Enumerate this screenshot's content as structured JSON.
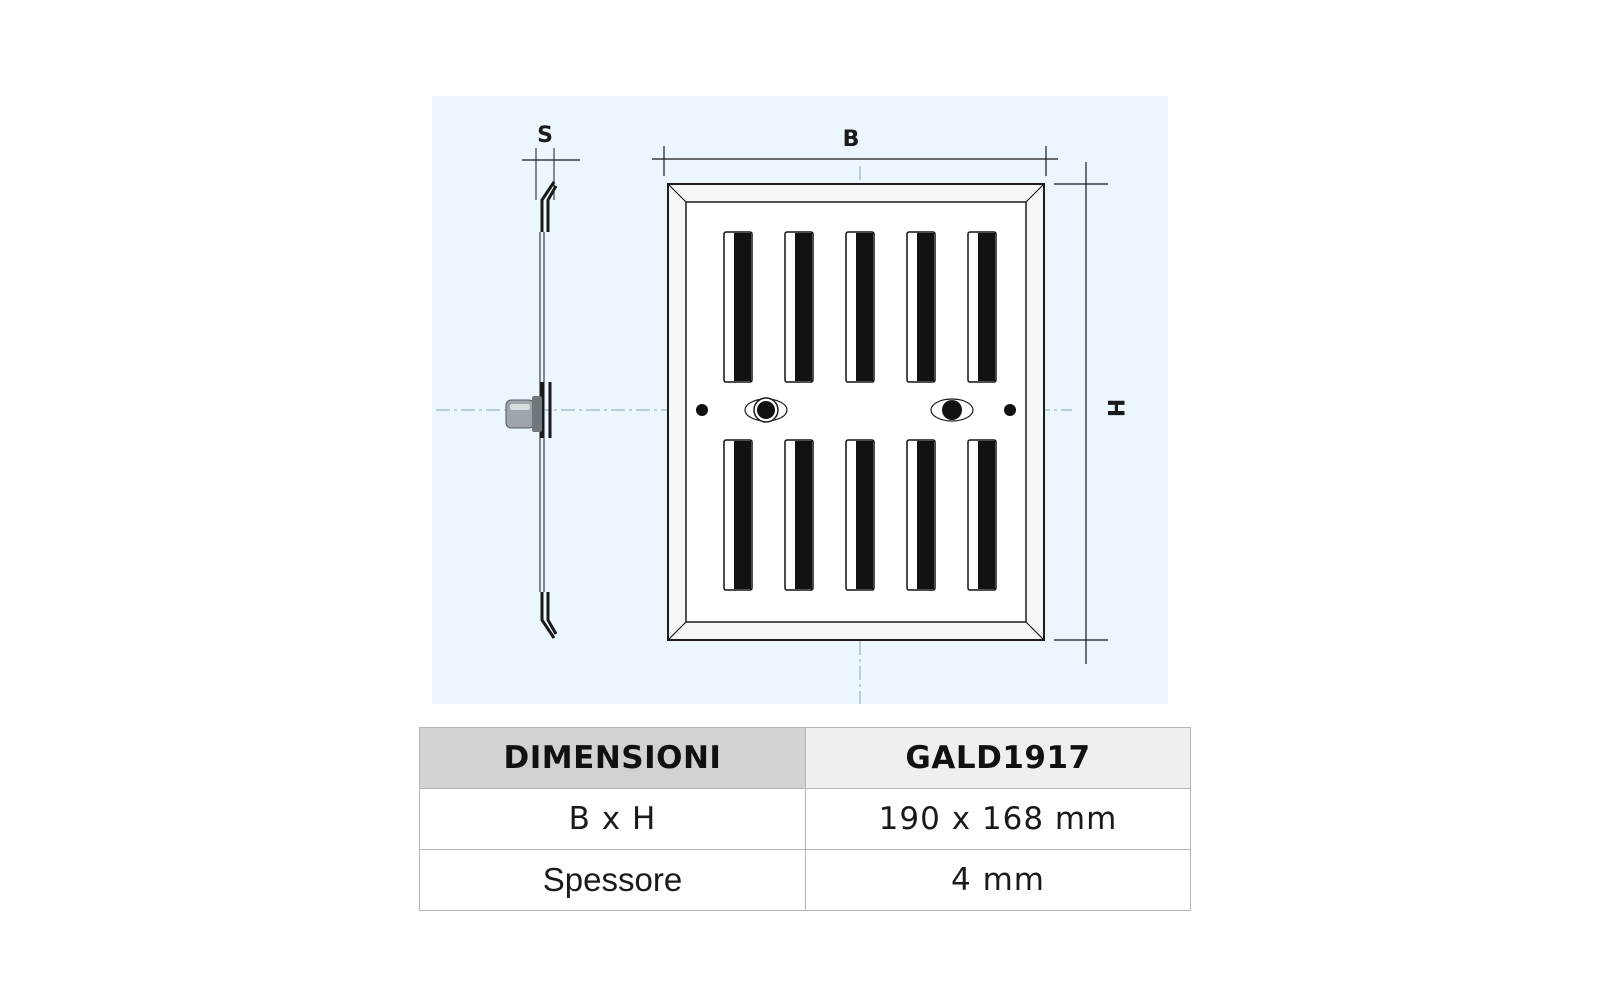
{
  "drawing": {
    "label_s": "S",
    "label_b": "B",
    "label_h": "H",
    "colors": {
      "panel": "#ebf6fd",
      "line": "#1a1a1a",
      "centerline": "#8aa6b8",
      "slot": "#111111",
      "frame_inner": "#ffffff"
    },
    "slots_per_row": 5,
    "slot_rows": 2
  },
  "table": {
    "header": {
      "left": "DIMENSIONI",
      "right": "GALD1917"
    },
    "rows": [
      {
        "label": "B x H",
        "value": "190 x 168 mm"
      },
      {
        "label": "Spessore",
        "value": "4 mm"
      }
    ]
  }
}
